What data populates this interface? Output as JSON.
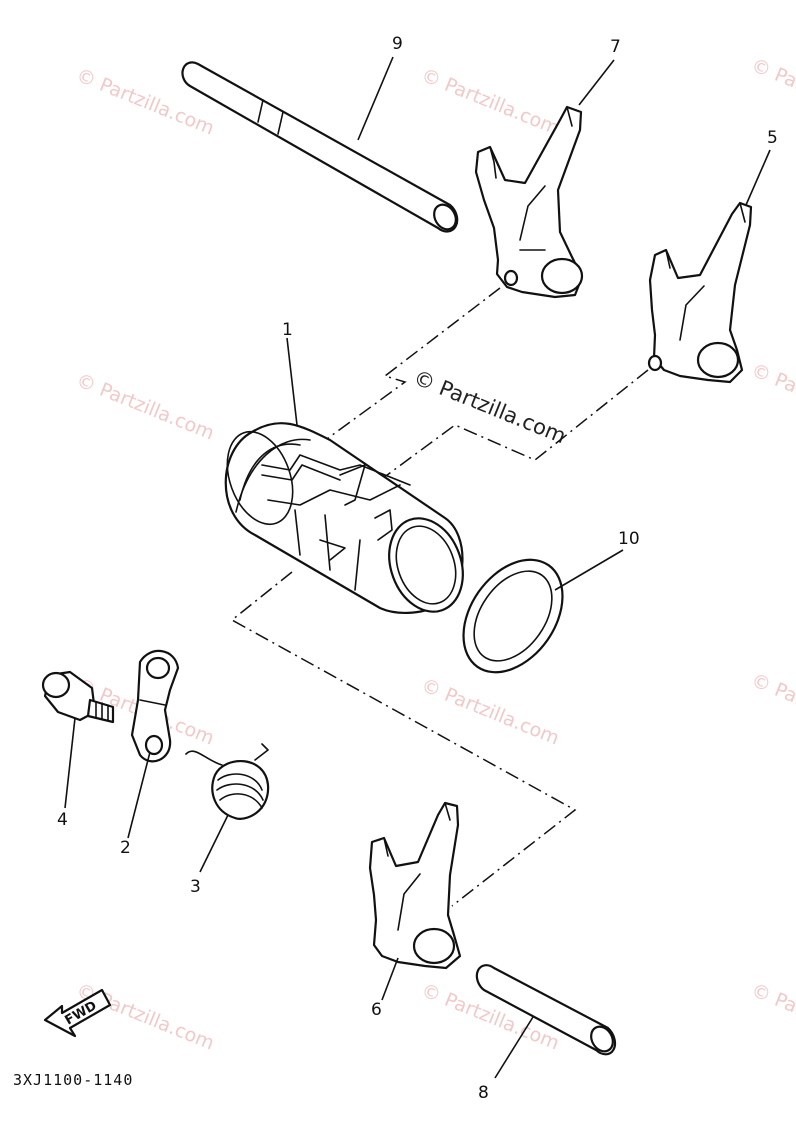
{
  "watermark": {
    "text": "© Partzilla.com",
    "prominent_text": "© Partzilla.com"
  },
  "callouts": {
    "p1": "1",
    "p2": "2",
    "p3": "3",
    "p4": "4",
    "p5": "5",
    "p6": "6",
    "p7": "7",
    "p8": "8",
    "p9": "9",
    "p10": "10"
  },
  "fwd_label": "FWD",
  "diagram_code": "3XJ1100-1140"
}
